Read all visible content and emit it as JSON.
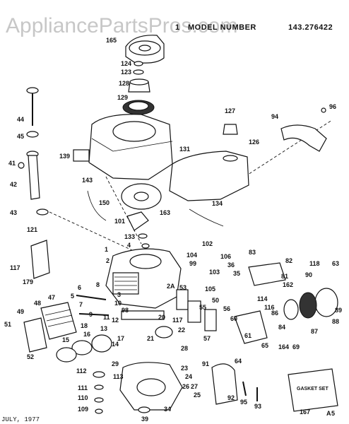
{
  "watermark": "AppliancePartsPros.com",
  "header": {
    "prefix": "1",
    "model_label": "MODEL NUMBER",
    "model_number": "143.276422"
  },
  "footer": {
    "date": "JULY, 1977",
    "sheet": "A5"
  },
  "gasket_set_label": "GASKET SET",
  "callouts": [
    {
      "id": "165",
      "text": "165"
    },
    {
      "id": "124",
      "text": "124"
    },
    {
      "id": "123",
      "text": "123"
    },
    {
      "id": "128",
      "text": "128"
    },
    {
      "id": "129",
      "text": "129"
    },
    {
      "id": "127",
      "text": "127"
    },
    {
      "id": "96",
      "text": "96"
    },
    {
      "id": "94",
      "text": "94"
    },
    {
      "id": "44",
      "text": "44"
    },
    {
      "id": "45",
      "text": "45"
    },
    {
      "id": "139",
      "text": "139"
    },
    {
      "id": "131",
      "text": "131"
    },
    {
      "id": "126",
      "text": "126"
    },
    {
      "id": "41",
      "text": "41"
    },
    {
      "id": "42",
      "text": "42"
    },
    {
      "id": "143",
      "text": "143"
    },
    {
      "id": "150",
      "text": "150"
    },
    {
      "id": "134",
      "text": "134"
    },
    {
      "id": "43",
      "text": "43"
    },
    {
      "id": "163",
      "text": "163"
    },
    {
      "id": "101",
      "text": "101"
    },
    {
      "id": "121",
      "text": "121"
    },
    {
      "id": "133",
      "text": "133"
    },
    {
      "id": "102",
      "text": "102"
    },
    {
      "id": "4",
      "text": "4"
    },
    {
      "id": "1",
      "text": "1"
    },
    {
      "id": "104",
      "text": "104"
    },
    {
      "id": "106",
      "text": "106"
    },
    {
      "id": "83",
      "text": "83"
    },
    {
      "id": "117",
      "text": "117"
    },
    {
      "id": "99",
      "text": "99"
    },
    {
      "id": "36",
      "text": "36"
    },
    {
      "id": "2",
      "text": "2"
    },
    {
      "id": "103",
      "text": "103"
    },
    {
      "id": "35",
      "text": "35"
    },
    {
      "id": "82",
      "text": "82"
    },
    {
      "id": "118",
      "text": "118"
    },
    {
      "id": "63",
      "text": "63"
    },
    {
      "id": "179",
      "text": "179"
    },
    {
      "id": "81",
      "text": "81"
    },
    {
      "id": "90",
      "text": "90"
    },
    {
      "id": "162",
      "text": "162"
    },
    {
      "id": "6",
      "text": "6"
    },
    {
      "id": "8",
      "text": "8"
    },
    {
      "id": "2A",
      "text": "2A"
    },
    {
      "id": "53",
      "text": "53"
    },
    {
      "id": "105",
      "text": "105"
    },
    {
      "id": "3",
      "text": "3"
    },
    {
      "id": "47",
      "text": "47"
    },
    {
      "id": "5",
      "text": "5"
    },
    {
      "id": "10",
      "text": "10"
    },
    {
      "id": "50",
      "text": "50"
    },
    {
      "id": "114",
      "text": "114"
    },
    {
      "id": "116",
      "text": "116"
    },
    {
      "id": "55",
      "text": "55"
    },
    {
      "id": "48",
      "text": "48"
    },
    {
      "id": "7",
      "text": "7"
    },
    {
      "id": "98",
      "text": "98"
    },
    {
      "id": "89",
      "text": "89"
    },
    {
      "id": "49",
      "text": "49"
    },
    {
      "id": "9",
      "text": "9"
    },
    {
      "id": "56",
      "text": "56"
    },
    {
      "id": "86",
      "text": "86"
    },
    {
      "id": "11",
      "text": "11"
    },
    {
      "id": "12",
      "text": "12"
    },
    {
      "id": "20",
      "text": "20"
    },
    {
      "id": "117b",
      "text": "117"
    },
    {
      "id": "60",
      "text": "60"
    },
    {
      "id": "22",
      "text": "22"
    },
    {
      "id": "88",
      "text": "88"
    },
    {
      "id": "51",
      "text": "51"
    },
    {
      "id": "18",
      "text": "18"
    },
    {
      "id": "13",
      "text": "13"
    },
    {
      "id": "84",
      "text": "84"
    },
    {
      "id": "87",
      "text": "87"
    },
    {
      "id": "16",
      "text": "16"
    },
    {
      "id": "17",
      "text": "17"
    },
    {
      "id": "15",
      "text": "15"
    },
    {
      "id": "21",
      "text": "21"
    },
    {
      "id": "57",
      "text": "57"
    },
    {
      "id": "61",
      "text": "61"
    },
    {
      "id": "65",
      "text": "65"
    },
    {
      "id": "164",
      "text": "164"
    },
    {
      "id": "69",
      "text": "69"
    },
    {
      "id": "14",
      "text": "14"
    },
    {
      "id": "52",
      "text": "52"
    },
    {
      "id": "28",
      "text": "28"
    },
    {
      "id": "64",
      "text": "64"
    },
    {
      "id": "112",
      "text": "112"
    },
    {
      "id": "29",
      "text": "29"
    },
    {
      "id": "23",
      "text": "23"
    },
    {
      "id": "91",
      "text": "91"
    },
    {
      "id": "113",
      "text": "113"
    },
    {
      "id": "24",
      "text": "24"
    },
    {
      "id": "26",
      "text": "26"
    },
    {
      "id": "111",
      "text": "111"
    },
    {
      "id": "27",
      "text": "27"
    },
    {
      "id": "110",
      "text": "110"
    },
    {
      "id": "25",
      "text": "25"
    },
    {
      "id": "92",
      "text": "92"
    },
    {
      "id": "95",
      "text": "95"
    },
    {
      "id": "93",
      "text": "93"
    },
    {
      "id": "109",
      "text": "109"
    },
    {
      "id": "34",
      "text": "34"
    },
    {
      "id": "39",
      "text": "39"
    },
    {
      "id": "167",
      "text": "167"
    }
  ]
}
